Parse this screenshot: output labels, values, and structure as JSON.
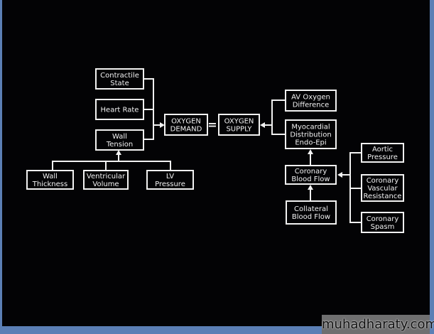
{
  "nodes": {
    "contractile": [
      "Contractile",
      "State"
    ],
    "heart_rate": [
      "Heart Rate"
    ],
    "wall_tension": [
      "Wall",
      "Tension"
    ],
    "wall_thickness": [
      "Wall",
      "Thickness"
    ],
    "ventricular_volume": [
      "Ventricular",
      "Volume"
    ],
    "lv_pressure": [
      "LV",
      "Pressure"
    ],
    "oxygen_demand": [
      "OXYGEN",
      "DEMAND"
    ],
    "equals": "=",
    "oxygen_supply": [
      "OXYGEN",
      "SUPPLY"
    ],
    "av_oxygen": [
      "AV Oxygen",
      "Difference"
    ],
    "myocardial": [
      "Myocardial",
      "Distribution",
      "Endo-Epi"
    ],
    "coronary_blood_flow": [
      "Coronary",
      "Blood Flow"
    ],
    "collateral": [
      "Collateral",
      "Blood Flow"
    ],
    "aortic": [
      "Aortic",
      "Pressure"
    ],
    "vascular_resistance": [
      "Coronary",
      "Vascular",
      "Resistance"
    ],
    "spasm": [
      "Coronary",
      "Spasm"
    ]
  },
  "watermark": "muhadharaty.com"
}
